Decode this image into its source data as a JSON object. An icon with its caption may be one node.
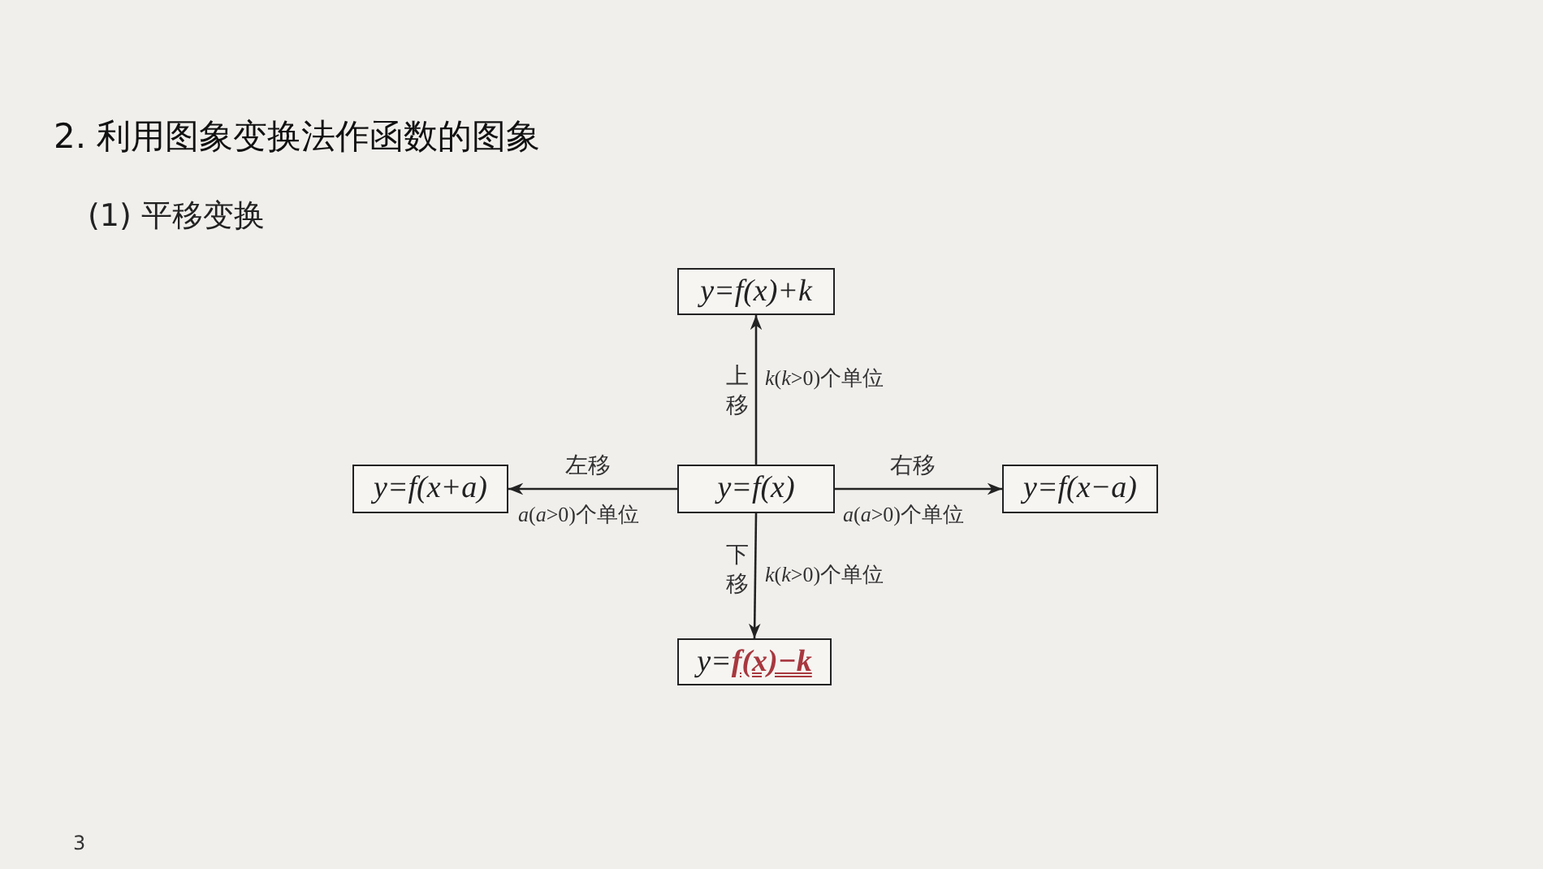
{
  "diagram": {
    "title": "2. 利用图象变换法作函数的图象",
    "nodes": [
      {
        "text": [
          "y=f(x)"
        ]
      },
      {
        "text": [
          "y=f(x)+k"
        ]
      },
      {
        "text": [
          "y=f(x+a)"
        ]
      },
      {
        "text": [
          "y=f(x−a)"
        ]
      },
      {
        "text": [
          "y=**f(x)−k**"
        ]
      }
    ],
    "edges": [
      {
        "from": 0,
        "to": 1,
        "arrow": "to",
        "label": "上移"
      },
      {
        "from": 0,
        "to": 2,
        "arrow": "to",
        "label": "左移"
      },
      {
        "from": 0,
        "to": 3,
        "arrow": "to",
        "label": "右移"
      },
      {
        "from": 0,
        "to": 4,
        "arrow": "to",
        "label": "下移"
      }
    ],
    "labels": [
      "(1) 平移变换",
      "*k*(*k*>0)个单位",
      "*a*(*a*>0)个单位",
      "*a*(*a*>0)个单位",
      "*k*(*k*>0)个单位",
      "3"
    ]
  }
}
